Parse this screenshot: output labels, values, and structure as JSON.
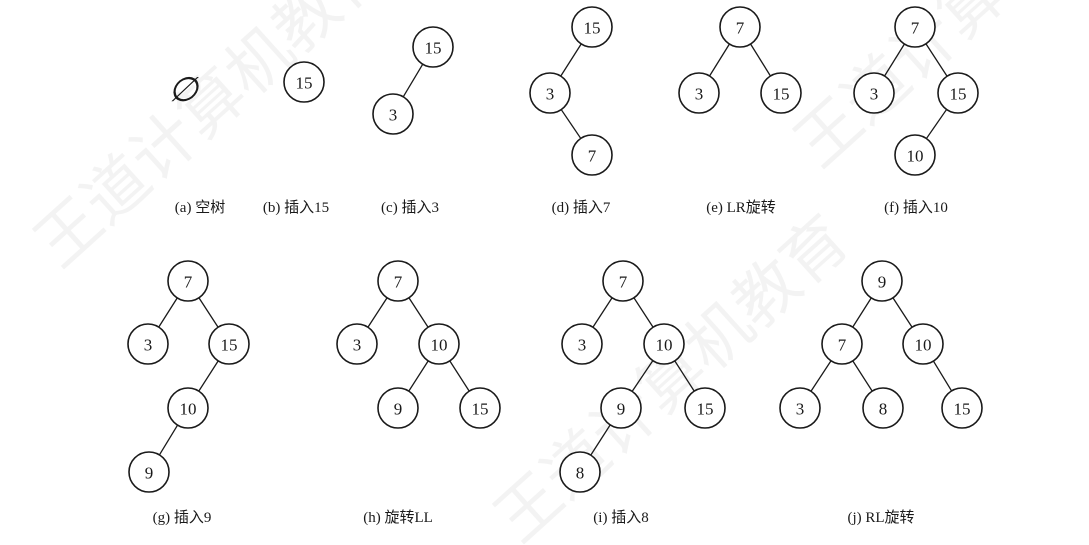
{
  "watermark": {
    "text": "王道计算机教育"
  },
  "empty_symbol": "∅",
  "steps": [
    {
      "id": "a",
      "caption": "(a) 空树",
      "nodes": [],
      "edges": []
    },
    {
      "id": "b",
      "caption": "(b) 插入15",
      "nodes": [
        {
          "key": "n15",
          "value": "15"
        }
      ],
      "edges": []
    },
    {
      "id": "c",
      "caption": "(c) 插入3",
      "nodes": [
        {
          "key": "n15",
          "value": "15"
        },
        {
          "key": "n3",
          "value": "3"
        }
      ],
      "edges": [
        [
          "n15",
          "n3"
        ]
      ]
    },
    {
      "id": "d",
      "caption": "(d) 插入7",
      "nodes": [
        {
          "key": "n15",
          "value": "15"
        },
        {
          "key": "n3",
          "value": "3"
        },
        {
          "key": "n7",
          "value": "7"
        }
      ],
      "edges": [
        [
          "n15",
          "n3"
        ],
        [
          "n3",
          "n7"
        ]
      ]
    },
    {
      "id": "e",
      "caption": "(e) LR旋转",
      "nodes": [
        {
          "key": "n7",
          "value": "7"
        },
        {
          "key": "n3",
          "value": "3"
        },
        {
          "key": "n15",
          "value": "15"
        }
      ],
      "edges": [
        [
          "n7",
          "n3"
        ],
        [
          "n7",
          "n15"
        ]
      ]
    },
    {
      "id": "f",
      "caption": "(f) 插入10",
      "nodes": [
        {
          "key": "n7",
          "value": "7"
        },
        {
          "key": "n3",
          "value": "3"
        },
        {
          "key": "n15",
          "value": "15"
        },
        {
          "key": "n10",
          "value": "10"
        }
      ],
      "edges": [
        [
          "n7",
          "n3"
        ],
        [
          "n7",
          "n15"
        ],
        [
          "n15",
          "n10"
        ]
      ]
    },
    {
      "id": "g",
      "caption": "(g) 插入9",
      "nodes": [
        {
          "key": "n7",
          "value": "7"
        },
        {
          "key": "n3",
          "value": "3"
        },
        {
          "key": "n15",
          "value": "15"
        },
        {
          "key": "n10",
          "value": "10"
        },
        {
          "key": "n9",
          "value": "9"
        }
      ],
      "edges": [
        [
          "n7",
          "n3"
        ],
        [
          "n7",
          "n15"
        ],
        [
          "n15",
          "n10"
        ],
        [
          "n10",
          "n9"
        ]
      ]
    },
    {
      "id": "h",
      "caption": "(h) 旋转LL",
      "nodes": [
        {
          "key": "n7",
          "value": "7"
        },
        {
          "key": "n3",
          "value": "3"
        },
        {
          "key": "n10",
          "value": "10"
        },
        {
          "key": "n9",
          "value": "9"
        },
        {
          "key": "n15",
          "value": "15"
        }
      ],
      "edges": [
        [
          "n7",
          "n3"
        ],
        [
          "n7",
          "n10"
        ],
        [
          "n10",
          "n9"
        ],
        [
          "n10",
          "n15"
        ]
      ]
    },
    {
      "id": "i",
      "caption": "(i) 插入8",
      "nodes": [
        {
          "key": "n7",
          "value": "7"
        },
        {
          "key": "n3",
          "value": "3"
        },
        {
          "key": "n10",
          "value": "10"
        },
        {
          "key": "n9",
          "value": "9"
        },
        {
          "key": "n15",
          "value": "15"
        },
        {
          "key": "n8",
          "value": "8"
        }
      ],
      "edges": [
        [
          "n7",
          "n3"
        ],
        [
          "n7",
          "n10"
        ],
        [
          "n10",
          "n9"
        ],
        [
          "n10",
          "n15"
        ],
        [
          "n9",
          "n8"
        ]
      ]
    },
    {
      "id": "j",
      "caption": "(j) RL旋转",
      "nodes": [
        {
          "key": "n9",
          "value": "9"
        },
        {
          "key": "n7",
          "value": "7"
        },
        {
          "key": "n10",
          "value": "10"
        },
        {
          "key": "n3",
          "value": "3"
        },
        {
          "key": "n8",
          "value": "8"
        },
        {
          "key": "n15",
          "value": "15"
        }
      ],
      "edges": [
        [
          "n9",
          "n7"
        ],
        [
          "n9",
          "n10"
        ],
        [
          "n7",
          "n3"
        ],
        [
          "n7",
          "n8"
        ],
        [
          "n10",
          "n15"
        ]
      ]
    }
  ]
}
